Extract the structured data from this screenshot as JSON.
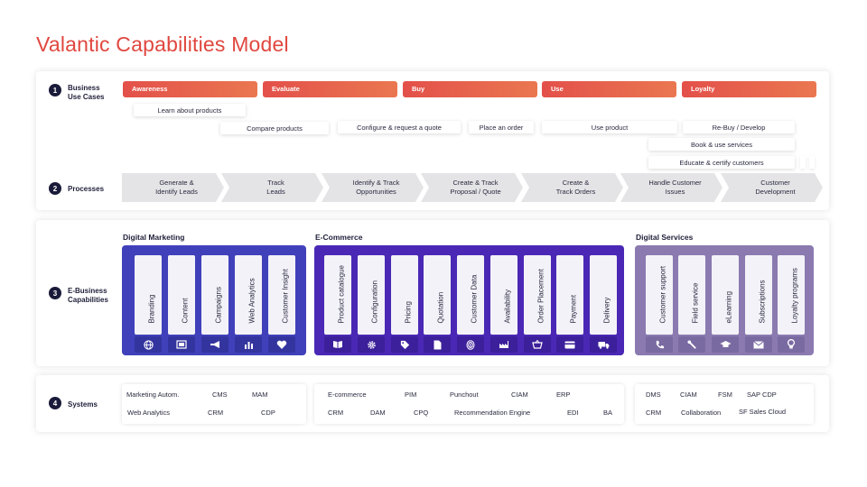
{
  "title": "Valantic Capabilities Model",
  "rows": {
    "business_use_cases": {
      "num": "1",
      "label_1": "Business",
      "label_2": "Use Cases"
    },
    "processes": {
      "num": "2",
      "label": "Processes"
    },
    "capabilities": {
      "num": "3",
      "label_1": "E-Business",
      "label_2": "Capabilities"
    },
    "systems": {
      "num": "4",
      "label": "Systems"
    }
  },
  "phases": [
    "Awareness",
    "Evaluate",
    "Buy",
    "Use",
    "Loyalty"
  ],
  "use_cases": [
    "Learn about products",
    "Compare products",
    "Configure & request a quote",
    "Place an order",
    "Use product",
    "Re-Buy / Develop",
    "Book & use services",
    "Educate & certify customers"
  ],
  "processes": [
    {
      "l1": "Generate &",
      "l2": "Identify Leads"
    },
    {
      "l1": "Track",
      "l2": "Leads"
    },
    {
      "l1": "Identify & Track",
      "l2": "Opportunities"
    },
    {
      "l1": "Create & Track",
      "l2": "Proposal / Quote"
    },
    {
      "l1": "Create &",
      "l2": "Track Orders"
    },
    {
      "l1": "Handle Customer",
      "l2": "Issues"
    },
    {
      "l1": "Customer",
      "l2": "Development"
    }
  ],
  "capability_groups": [
    {
      "title": "Digital Marketing",
      "color": "#4040bb",
      "items": [
        "Branding",
        "Content",
        "Campaigns",
        "Web Analytics",
        "Customer Insight"
      ],
      "icons": [
        "globe-icon",
        "film-icon",
        "megaphone-icon",
        "bar-chart-icon",
        "heart-icon"
      ]
    },
    {
      "title": "E-Commerce",
      "color": "#4a28b5",
      "items": [
        "Product catalogue",
        "Configuration",
        "Pricing",
        "Quotation",
        "Customer Data",
        "Availability",
        "Order Placement",
        "Payment",
        "Delivery"
      ],
      "icons": [
        "book-icon",
        "gear-icon",
        "tag-icon",
        "document-icon",
        "fingerprint-icon",
        "factory-icon",
        "basket-icon",
        "credit-card-icon",
        "truck-icon"
      ]
    },
    {
      "title": "Digital Services",
      "color": "#8a7ab0",
      "items": [
        "Customer support",
        "Field service",
        "eLearning",
        "Subscriptions",
        "Loyalty programs"
      ],
      "icons": [
        "phone-icon",
        "wrench-icon",
        "graduation-cap-icon",
        "envelope-icon",
        "award-icon"
      ]
    }
  ],
  "systems": {
    "marketing": [
      "Marketing Autom.",
      "CMS",
      "MAM",
      "Web Analytics",
      "CRM",
      "CDP"
    ],
    "commerce": [
      "E-commerce",
      "PIM",
      "Punchout",
      "CIAM",
      "ERP",
      "CRM",
      "DAM",
      "CPQ",
      "Recommendation Engine",
      "EDI",
      "BA"
    ],
    "services": [
      "DMS",
      "CIAM",
      "FSM",
      "SAP CDP",
      "CRM",
      "Collaboration",
      "SF Sales Cloud"
    ]
  }
}
